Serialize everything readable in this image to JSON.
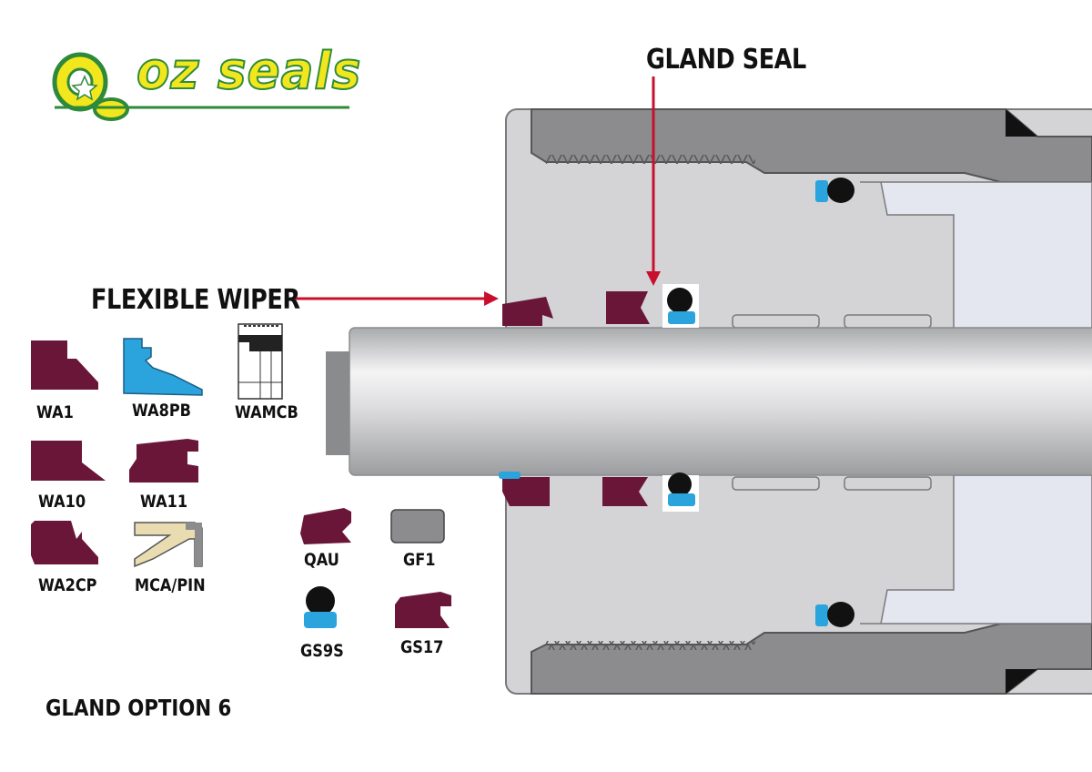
{
  "logo": {
    "text": "oz seals",
    "colors": {
      "yellow": "#f2e61c",
      "green": "#2e8a3a"
    }
  },
  "callouts": {
    "gland_seal": "GLAND SEAL",
    "flexible_wiper": "FLEXIBLE WIPER"
  },
  "profiles": {
    "wa1": "WA1",
    "wa8pb": "WA8PB",
    "wamcb": "WAMCB",
    "wa10": "WA10",
    "wa11": "WA11",
    "wa2cp": "WA2CP",
    "mca_pin": "MCA/PIN",
    "qau": "QAU",
    "gf1": "GF1",
    "gs9s": "GS9S",
    "gs17": "GS17"
  },
  "option_label": "GLAND OPTION 6",
  "colors": {
    "seal_maroon": "#6a1638",
    "wiper_blue": "#2ba3dc",
    "arrow_red": "#c8102e",
    "housing_dark": "#8c8c8e",
    "gland_light": "#d4d4d6",
    "rod": "#cfd0d2",
    "pin_tan": "#e8dcb0"
  }
}
